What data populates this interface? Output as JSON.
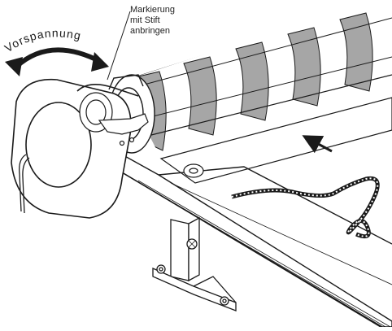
{
  "callout": {
    "line1": "Markierung",
    "line2": "mit Stift",
    "line3": "anbringen"
  },
  "arc_label": "Vorspannung",
  "icons": {
    "rotation_arrow": "curved-double-arrow-icon",
    "direction_arrow": "arrow-left-icon"
  },
  "colors": {
    "stroke": "#1a1a1a",
    "stripe_dark": "#a6a6a6",
    "stripe_light": "#ffffff",
    "background": "#ffffff"
  }
}
